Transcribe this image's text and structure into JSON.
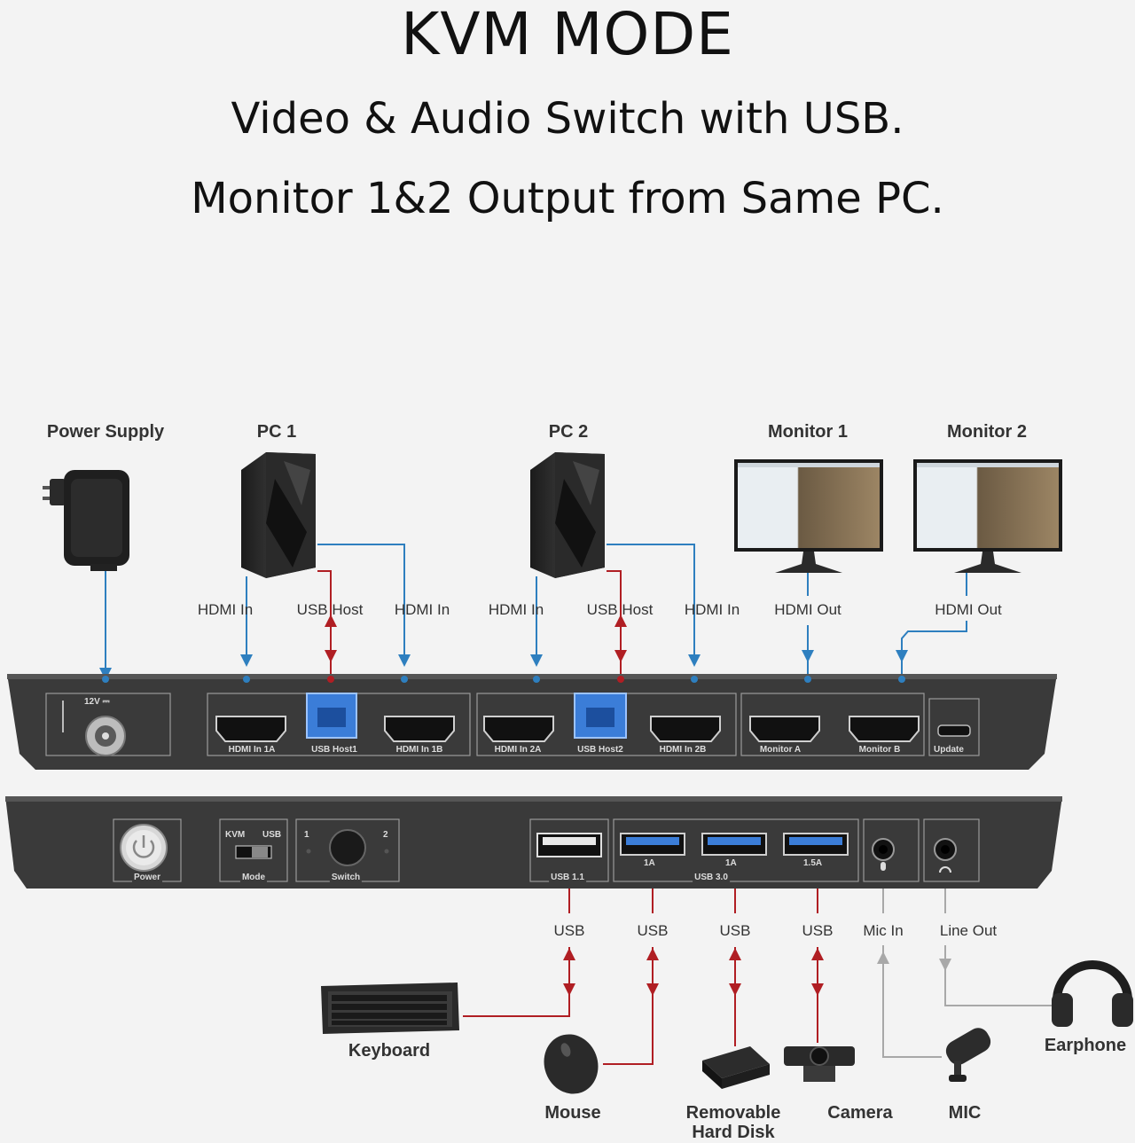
{
  "header": {
    "title": "KVM MODE",
    "subtitle_1": "Video & Audio Switch with USB.",
    "subtitle_2": "Monitor 1&2 Output from Same PC."
  },
  "top_devices": {
    "power_supply": "Power Supply",
    "pc1": "PC 1",
    "pc2": "PC 2",
    "monitor1": "Monitor 1",
    "monitor2": "Monitor 2"
  },
  "top_connections": {
    "pc1_hdmi_a": "HDMI In",
    "pc1_usb": "USB Host",
    "pc1_hdmi_b": "HDMI In",
    "pc2_hdmi_a": "HDMI In",
    "pc2_usb": "USB Host",
    "pc2_hdmi_b": "HDMI In",
    "mon1_hdmi": "HDMI Out",
    "mon2_hdmi": "HDMI Out"
  },
  "rear_panel": {
    "power_in": "12V ⎓",
    "ports": [
      "HDMI In 1A",
      "USB Host1",
      "HDMI In 1B",
      "HDMI In 2A",
      "USB Host2",
      "HDMI In 2B",
      "Monitor A",
      "Monitor B",
      "Update"
    ]
  },
  "front_panel": {
    "power": "Power",
    "mode": "Mode",
    "mode_kvm": "KVM",
    "mode_usb": "USB",
    "switch": "Switch",
    "switch_1": "1",
    "switch_2": "2",
    "usb11": "USB 1.1",
    "usb30": "USB 3.0",
    "current_1": "1A",
    "current_2": "1A",
    "current_3": "1.5A"
  },
  "bottom_connections": {
    "usb_1": "USB",
    "usb_2": "USB",
    "usb_3": "USB",
    "usb_4": "USB",
    "mic_in": "Mic In",
    "line_out": "Line Out"
  },
  "bottom_devices": {
    "keyboard": "Keyboard",
    "mouse": "Mouse",
    "disk": "Removable\nHard Disk",
    "camera": "Camera",
    "mic": "MIC",
    "earphone": "Earphone"
  },
  "colors": {
    "usb_line": "#b01e23",
    "video_line": "#2e7fbf",
    "audio_line": "#a8a8a8",
    "panel": "#3a3a3a",
    "usb3_port": "#3b7dd8"
  }
}
